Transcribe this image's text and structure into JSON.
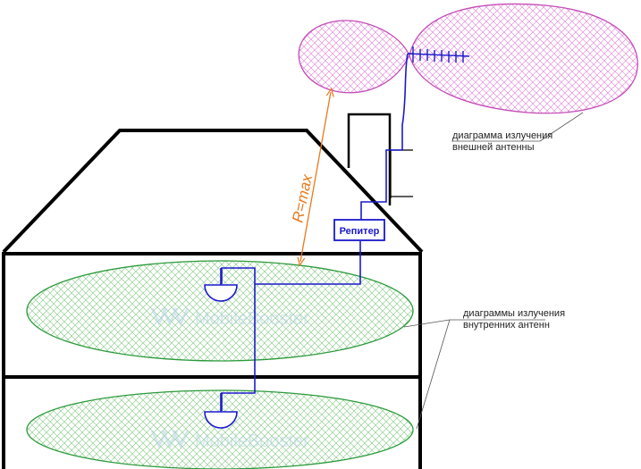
{
  "labels": {
    "external_line1": "диаграмма излучения",
    "external_line2": "внешней антенны",
    "internal_line1": "диаграммы излучения",
    "internal_line2": "внутренних антенн",
    "repeater": "Репитер",
    "distance": "R=max",
    "watermark": "MobileBooster"
  },
  "colors": {
    "external_pattern": "#e07ad8",
    "internal_pattern": "#2a9a3a",
    "cable": "#1a1acc",
    "distance_arrow": "#e8791e",
    "building": "#000000"
  }
}
